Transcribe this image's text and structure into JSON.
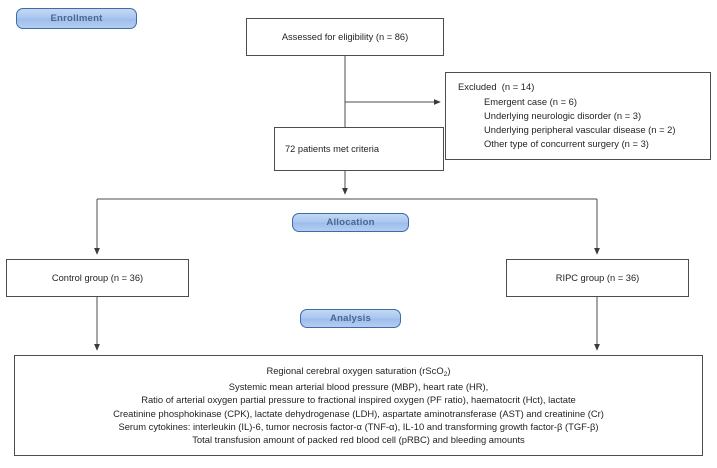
{
  "diagram": {
    "title": "CONSORT participant flow diagram",
    "stroke_color": "#4d4d4d",
    "badge_fill": "#a9c6ef",
    "badge_border": "#3f6ba8",
    "badge_text_color": "#46688f",
    "background": "#ffffff"
  },
  "badges": {
    "enrollment": "Enrollment",
    "allocation": "Allocation",
    "analysis": "Analysis"
  },
  "boxes": {
    "assessed": {
      "lines": [
        "Assessed for eligibility (n = 86)"
      ]
    },
    "excluded": {
      "lines": [
        "Excluded  (n = 14)",
        "Emergent case (n = 6)",
        "Underlying neurologic disorder (n = 3)",
        "Underlying peripheral vascular disease (n = 2)",
        "Other type of concurrent surgery (n = 3)"
      ]
    },
    "met_criteria": {
      "lines": [
        "72 patients met criteria"
      ]
    },
    "control_group": {
      "lines": [
        "Control group (n = 36)"
      ]
    },
    "ripc_group": {
      "lines": [
        "RIPC group (n = 36)"
      ]
    },
    "outcomes": {
      "lines": [
        "Regional cerebral oxygen saturation (rScO",
        "Systemic mean arterial blood pressure (MBP), heart rate (HR),",
        "Ratio of arterial oxygen partial pressure to fractional inspired oxygen (PF ratio), haematocrit (Hct), lactate",
        "Creatinine phosphokinase (CPK), lactate dehydrogenase (LDH), aspartate aminotransferase (AST) and creatinine (Cr)",
        "Serum cytokines: interleukin (IL)-6, tumor necrosis factor-α (TNF-α), IL-10 and transforming growth factor-β (TGF-β)",
        "Total transfusion amount of packed red blood cell (pRBC) and bleeding amounts"
      ],
      "line1_subscript": "2",
      "line1_tail": ")"
    }
  },
  "counts": {
    "assessed_n": 86,
    "excluded_n": 14,
    "excluded_emergent_case": 6,
    "excluded_neurologic_disorder": 3,
    "excluded_peripheral_vascular_disease": 2,
    "excluded_concurrent_surgery": 3,
    "met_criteria_n": 72,
    "control_group_n": 36,
    "ripc_group_n": 36
  }
}
